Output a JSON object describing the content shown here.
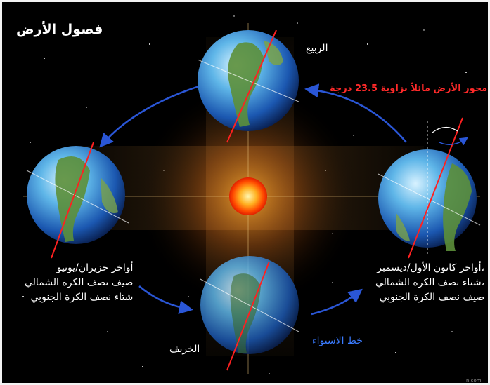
{
  "title": "فصول الأرض",
  "labels": {
    "spring": "الربيع",
    "autumn": "الخريف",
    "equator": "خط الاستواء",
    "axis_tilt": "محور الأرض مائلاً بزاوية 23.5 درجة",
    "credit": "n.com"
  },
  "june_text": [
    "أواخر حزيران/يونيو",
    "صيف نصف الكرة الشمالي",
    "شتاء نصف الكرة الجنوبي"
  ],
  "december_text": [
    "،أواخر كانون الأول/ديسمبر",
    "،شتاء نصف الكرة الشمالي",
    "صيف نصف الكرة الجنوبي"
  ],
  "colors": {
    "background": "#000000",
    "orbit_arrow": "#2a56d6",
    "axis_line": "#ff2020",
    "axis_note": "#ff2a2a",
    "equator_label": "#3a7bff",
    "sun_core": "#fff2a0",
    "sun_edge": "#ff3a00"
  }
}
